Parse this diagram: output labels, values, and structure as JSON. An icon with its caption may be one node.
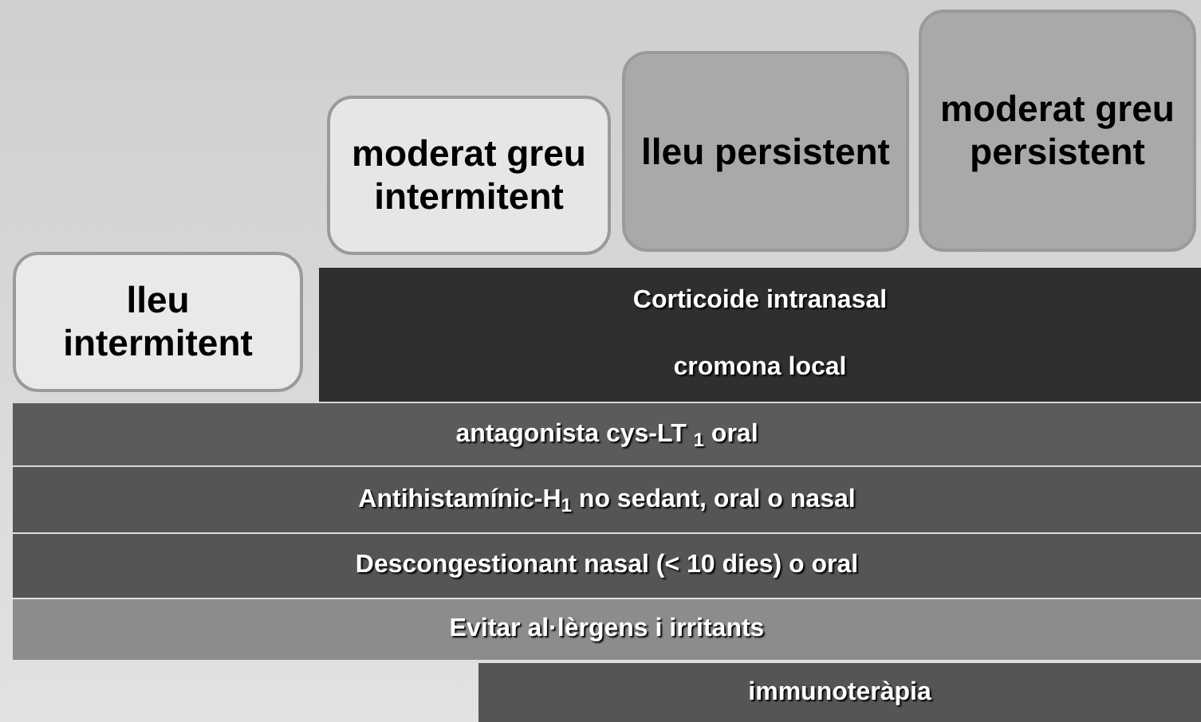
{
  "diagram": {
    "nodes": [
      {
        "text": [
          "lleu intermitent"
        ]
      },
      {
        "text": [
          "moderat greu intermitent"
        ]
      },
      {
        "text": [
          "lleu persistent"
        ]
      },
      {
        "text": [
          "moderat greu persistent"
        ]
      },
      {
        "text": [
          "Corticoide intranasal"
        ]
      },
      {
        "text": [
          "cromona local"
        ]
      },
      {
        "text": [
          "antagonista cys-LT $_{1}$ oral"
        ]
      },
      {
        "text": [
          "Antihistamínic-H$_{1}$ no sedant, oral o nasal"
        ]
      },
      {
        "text": [
          "Descongestionant nasal (< 10 dies) o oral"
        ]
      },
      {
        "text": [
          "Evitar al·lèrgens i irritants"
        ]
      },
      {
        "text": [
          "immunoteràpia"
        ]
      }
    ]
  }
}
